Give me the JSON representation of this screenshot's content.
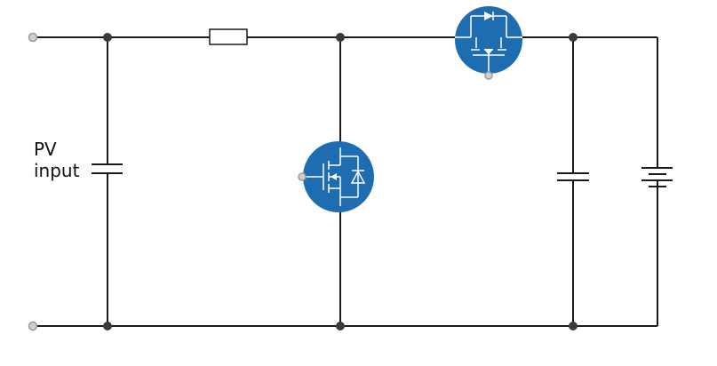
{
  "diagram": {
    "label_lines": [
      "PV",
      "input"
    ],
    "colors": {
      "wire": "#1a1a1a",
      "node": "#3a3a3a",
      "terminal": "#9a9a9a",
      "mosfet_fill": "#1f6db1",
      "mosfet_symbol": "#ffffff"
    },
    "components": [
      {
        "kind": "terminal",
        "name": "pv-terminal-positive"
      },
      {
        "kind": "terminal",
        "name": "pv-terminal-negative"
      },
      {
        "kind": "capacitor",
        "name": "input-capacitor"
      },
      {
        "kind": "resistor",
        "name": "sense-resistor"
      },
      {
        "kind": "mosfet",
        "name": "switch-mosfet-low-side"
      },
      {
        "kind": "mosfet",
        "name": "switch-mosfet-high-side"
      },
      {
        "kind": "capacitor",
        "name": "output-capacitor"
      },
      {
        "kind": "battery",
        "name": "battery"
      }
    ]
  }
}
